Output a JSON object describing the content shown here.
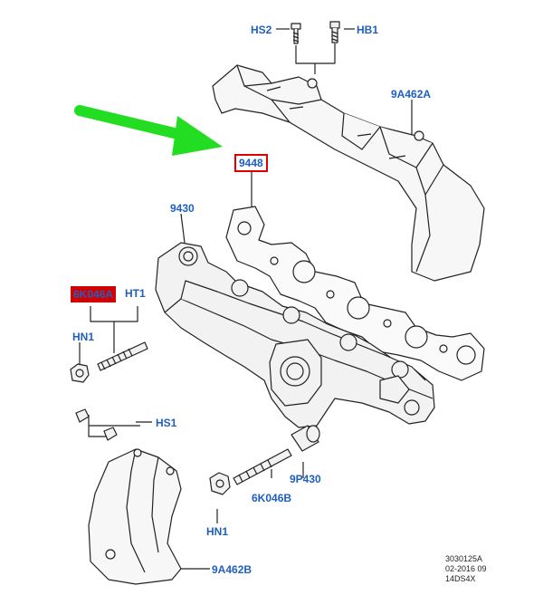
{
  "diagram": {
    "colors": {
      "label": "#1f5fbf",
      "highlight_box": "#e00000",
      "highlight_fill": "#d40000",
      "arrow": "#22dd22",
      "line": "#222222",
      "part_fill": "#f2f2f2"
    },
    "labels": {
      "hs2": "HS2",
      "hb1": "HB1",
      "a9462a": "9A462A",
      "p9448": "9448",
      "p9430": "9430",
      "k6046a": "6K046A",
      "ht1": "HT1",
      "hn1_top": "HN1",
      "hs1": "HS1",
      "p9p430": "9P430",
      "k6046b": "6K046B",
      "hn1_bottom": "HN1",
      "a9462b": "9A462B"
    },
    "reference": {
      "line1": "3030125A",
      "line2": "02-2016 09",
      "line3": "14DS4X"
    },
    "icons": {
      "arrow": "green-pointer-arrow-icon"
    }
  }
}
